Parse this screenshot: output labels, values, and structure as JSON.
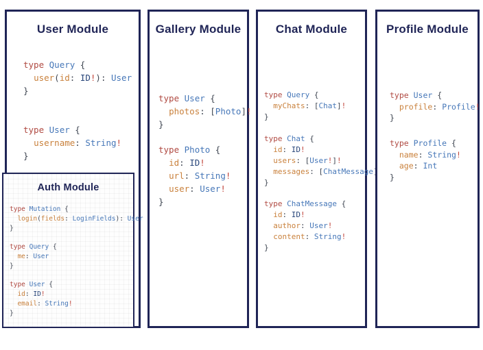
{
  "colors": {
    "border": "#1f2456",
    "title": "#1f2456",
    "keyword": "#b04a42",
    "type": "#4677b8",
    "field": "#c9813c",
    "scalar": "#264479",
    "punct": "#3f4652",
    "bang": "#c2473d"
  },
  "panels": [
    {
      "name": "user-module",
      "title": "User Module",
      "blocks": [
        {
          "lines": [
            [
              [
                "k",
                "type "
              ],
              [
                "t",
                "Query "
              ],
              [
                "p",
                "{"
              ]
            ],
            [
              [
                "p",
                "  "
              ],
              [
                "f",
                "user"
              ],
              [
                "p",
                "("
              ],
              [
                "f",
                "id"
              ],
              [
                "p",
                ": "
              ],
              [
                "s",
                "ID"
              ],
              [
                "b",
                "!"
              ],
              [
                "p",
                "): "
              ],
              [
                "t",
                "User"
              ]
            ],
            [
              [
                "p",
                "}"
              ]
            ]
          ]
        },
        {
          "lines": [
            [
              [
                "k",
                "type "
              ],
              [
                "t",
                "User "
              ],
              [
                "p",
                "{"
              ]
            ],
            [
              [
                "p",
                "  "
              ],
              [
                "f",
                "username"
              ],
              [
                "p",
                ": "
              ],
              [
                "t",
                "String"
              ],
              [
                "b",
                "!"
              ]
            ],
            [
              [
                "p",
                "}"
              ]
            ]
          ]
        }
      ]
    },
    {
      "name": "gallery-module",
      "title": "Gallery Module",
      "blocks": [
        {
          "lines": [
            [
              [
                "k",
                "type "
              ],
              [
                "t",
                "User "
              ],
              [
                "p",
                "{"
              ]
            ],
            [
              [
                "p",
                "  "
              ],
              [
                "f",
                "photos"
              ],
              [
                "p",
                ": ["
              ],
              [
                "t",
                "Photo"
              ],
              [
                "p",
                "]"
              ],
              [
                "b",
                "!"
              ]
            ],
            [
              [
                "p",
                "}"
              ]
            ]
          ]
        },
        {
          "lines": [
            [
              [
                "k",
                "type "
              ],
              [
                "t",
                "Photo "
              ],
              [
                "p",
                "{"
              ]
            ],
            [
              [
                "p",
                "  "
              ],
              [
                "f",
                "id"
              ],
              [
                "p",
                ": "
              ],
              [
                "s",
                "ID"
              ],
              [
                "b",
                "!"
              ]
            ],
            [
              [
                "p",
                "  "
              ],
              [
                "f",
                "url"
              ],
              [
                "p",
                ": "
              ],
              [
                "t",
                "String"
              ],
              [
                "b",
                "!"
              ]
            ],
            [
              [
                "p",
                "  "
              ],
              [
                "f",
                "user"
              ],
              [
                "p",
                ": "
              ],
              [
                "t",
                "User"
              ],
              [
                "b",
                "!"
              ]
            ],
            [
              [
                "p",
                "}"
              ]
            ]
          ]
        }
      ]
    },
    {
      "name": "chat-module",
      "title": "Chat Module",
      "blocks": [
        {
          "lines": [
            [
              [
                "k",
                "type "
              ],
              [
                "t",
                "Query "
              ],
              [
                "p",
                "{"
              ]
            ],
            [
              [
                "p",
                "  "
              ],
              [
                "f",
                "myChats"
              ],
              [
                "p",
                ": ["
              ],
              [
                "t",
                "Chat"
              ],
              [
                "p",
                "]"
              ],
              [
                "b",
                "!"
              ]
            ],
            [
              [
                "p",
                "}"
              ]
            ]
          ]
        },
        {
          "lines": [
            [
              [
                "k",
                "type "
              ],
              [
                "t",
                "Chat "
              ],
              [
                "p",
                "{"
              ]
            ],
            [
              [
                "p",
                "  "
              ],
              [
                "f",
                "id"
              ],
              [
                "p",
                ": "
              ],
              [
                "s",
                "ID"
              ],
              [
                "b",
                "!"
              ]
            ],
            [
              [
                "p",
                "  "
              ],
              [
                "f",
                "users"
              ],
              [
                "p",
                ": ["
              ],
              [
                "t",
                "User"
              ],
              [
                "b",
                "!"
              ],
              [
                "p",
                "]"
              ],
              [
                "b",
                "!"
              ]
            ],
            [
              [
                "p",
                "  "
              ],
              [
                "f",
                "messages"
              ],
              [
                "p",
                ": ["
              ],
              [
                "t",
                "ChatMessage"
              ],
              [
                "p",
                "]"
              ],
              [
                "b",
                "!"
              ]
            ],
            [
              [
                "p",
                "}"
              ]
            ]
          ]
        },
        {
          "lines": [
            [
              [
                "k",
                "type "
              ],
              [
                "t",
                "ChatMessage "
              ],
              [
                "p",
                "{"
              ]
            ],
            [
              [
                "p",
                "  "
              ],
              [
                "f",
                "id"
              ],
              [
                "p",
                ": "
              ],
              [
                "s",
                "ID"
              ],
              [
                "b",
                "!"
              ]
            ],
            [
              [
                "p",
                "  "
              ],
              [
                "f",
                "author"
              ],
              [
                "p",
                ": "
              ],
              [
                "t",
                "User"
              ],
              [
                "b",
                "!"
              ]
            ],
            [
              [
                "p",
                "  "
              ],
              [
                "f",
                "content"
              ],
              [
                "p",
                ": "
              ],
              [
                "t",
                "String"
              ],
              [
                "b",
                "!"
              ]
            ],
            [
              [
                "p",
                "}"
              ]
            ]
          ]
        }
      ]
    },
    {
      "name": "profile-module",
      "title": "Profile Module",
      "blocks": [
        {
          "lines": [
            [
              [
                "k",
                "type "
              ],
              [
                "t",
                "User "
              ],
              [
                "p",
                "{"
              ]
            ],
            [
              [
                "p",
                "  "
              ],
              [
                "f",
                "profile"
              ],
              [
                "p",
                ": "
              ],
              [
                "t",
                "Profile"
              ],
              [
                "b",
                "!"
              ]
            ],
            [
              [
                "p",
                "}"
              ]
            ]
          ]
        },
        {
          "lines": [
            [
              [
                "k",
                "type "
              ],
              [
                "t",
                "Profile "
              ],
              [
                "p",
                "{"
              ]
            ],
            [
              [
                "p",
                "  "
              ],
              [
                "f",
                "name"
              ],
              [
                "p",
                ": "
              ],
              [
                "t",
                "String"
              ],
              [
                "b",
                "!"
              ]
            ],
            [
              [
                "p",
                "  "
              ],
              [
                "f",
                "age"
              ],
              [
                "p",
                ": "
              ],
              [
                "t",
                "Int"
              ]
            ],
            [
              [
                "p",
                "}"
              ]
            ]
          ]
        }
      ]
    },
    {
      "name": "auth-module",
      "title": "Auth Module",
      "blocks": [
        {
          "lines": [
            [
              [
                "k",
                "type "
              ],
              [
                "t",
                "Mutation "
              ],
              [
                "p",
                "{"
              ]
            ],
            [
              [
                "p",
                "  "
              ],
              [
                "f",
                "login"
              ],
              [
                "p",
                "("
              ],
              [
                "f",
                "fields"
              ],
              [
                "p",
                ": "
              ],
              [
                "t",
                "LoginFields"
              ],
              [
                "p",
                "): "
              ],
              [
                "t",
                "User"
              ]
            ],
            [
              [
                "p",
                "}"
              ]
            ]
          ]
        },
        {
          "lines": [
            [
              [
                "k",
                "type "
              ],
              [
                "t",
                "Query "
              ],
              [
                "p",
                "{"
              ]
            ],
            [
              [
                "p",
                "  "
              ],
              [
                "f",
                "me"
              ],
              [
                "p",
                ": "
              ],
              [
                "t",
                "User"
              ]
            ],
            [
              [
                "p",
                "}"
              ]
            ]
          ]
        },
        {
          "lines": [
            [
              [
                "k",
                "type "
              ],
              [
                "t",
                "User "
              ],
              [
                "p",
                "{"
              ]
            ],
            [
              [
                "p",
                "  "
              ],
              [
                "f",
                "id"
              ],
              [
                "p",
                ": "
              ],
              [
                "s",
                "ID"
              ],
              [
                "b",
                "!"
              ]
            ],
            [
              [
                "p",
                "  "
              ],
              [
                "f",
                "email"
              ],
              [
                "p",
                ": "
              ],
              [
                "t",
                "String"
              ],
              [
                "b",
                "!"
              ]
            ],
            [
              [
                "p",
                "}"
              ]
            ]
          ]
        }
      ]
    }
  ]
}
